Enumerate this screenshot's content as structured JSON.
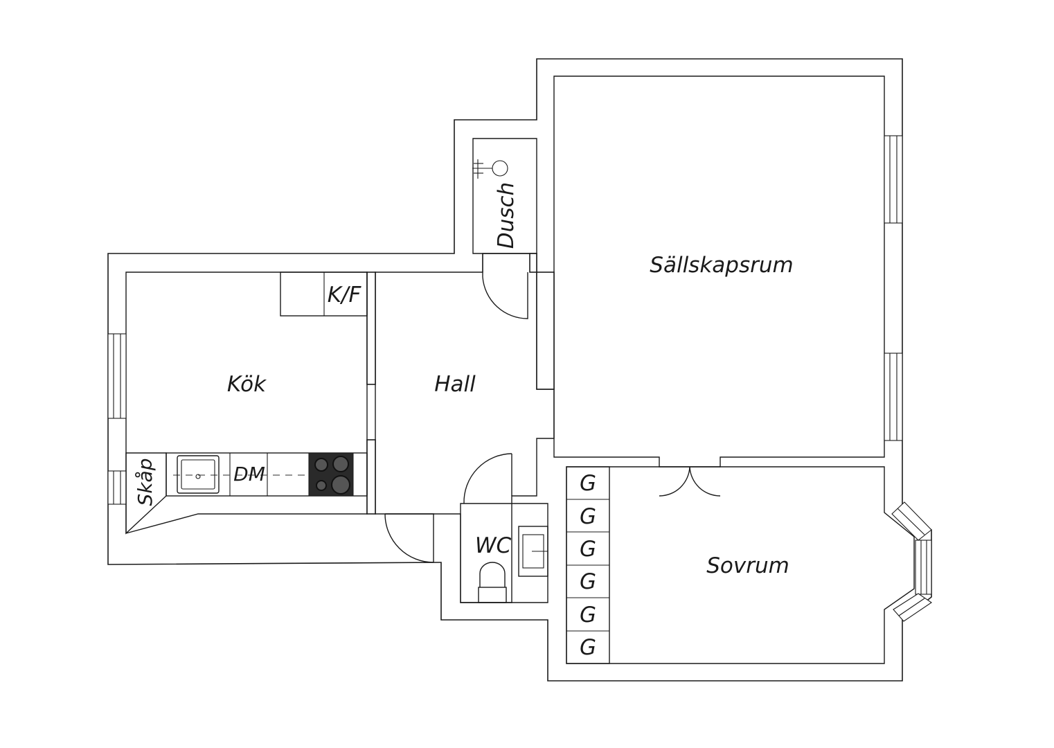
{
  "rooms": {
    "kitchen": "Kök",
    "hall": "Hall",
    "living": "Sällskapsrum",
    "bedroom": "Sovrum",
    "shower": "Dusch",
    "wc": "WC"
  },
  "fixtures": {
    "fridge_freezer": "K/F",
    "cabinet": "Skåp",
    "dishwasher": "DM"
  },
  "wardrobes": [
    "G",
    "G",
    "G",
    "G",
    "G",
    "G"
  ]
}
